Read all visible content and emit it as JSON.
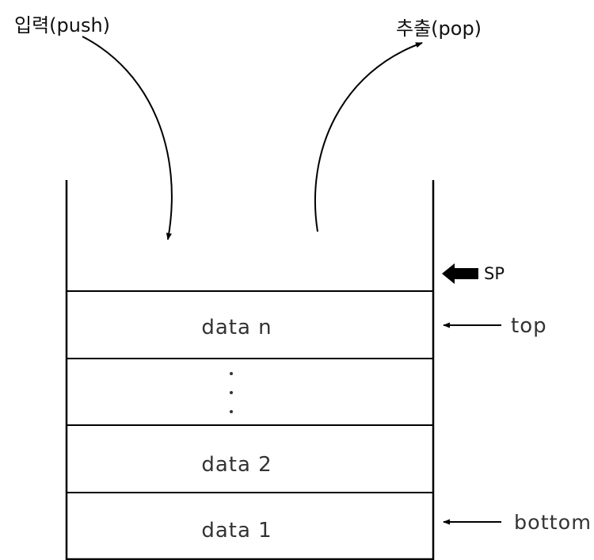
{
  "labels": {
    "push": "입력(push)",
    "pop": "추출(pop)",
    "sp": "SP",
    "top": "top",
    "bottom": "bottom"
  },
  "cells": [
    {
      "text": "data n"
    },
    {
      "text": "..."
    },
    {
      "text": "data 2"
    },
    {
      "text": "data 1"
    }
  ],
  "colors": {
    "line": "#000000",
    "text": "#111111",
    "cell_text": "#333333"
  }
}
